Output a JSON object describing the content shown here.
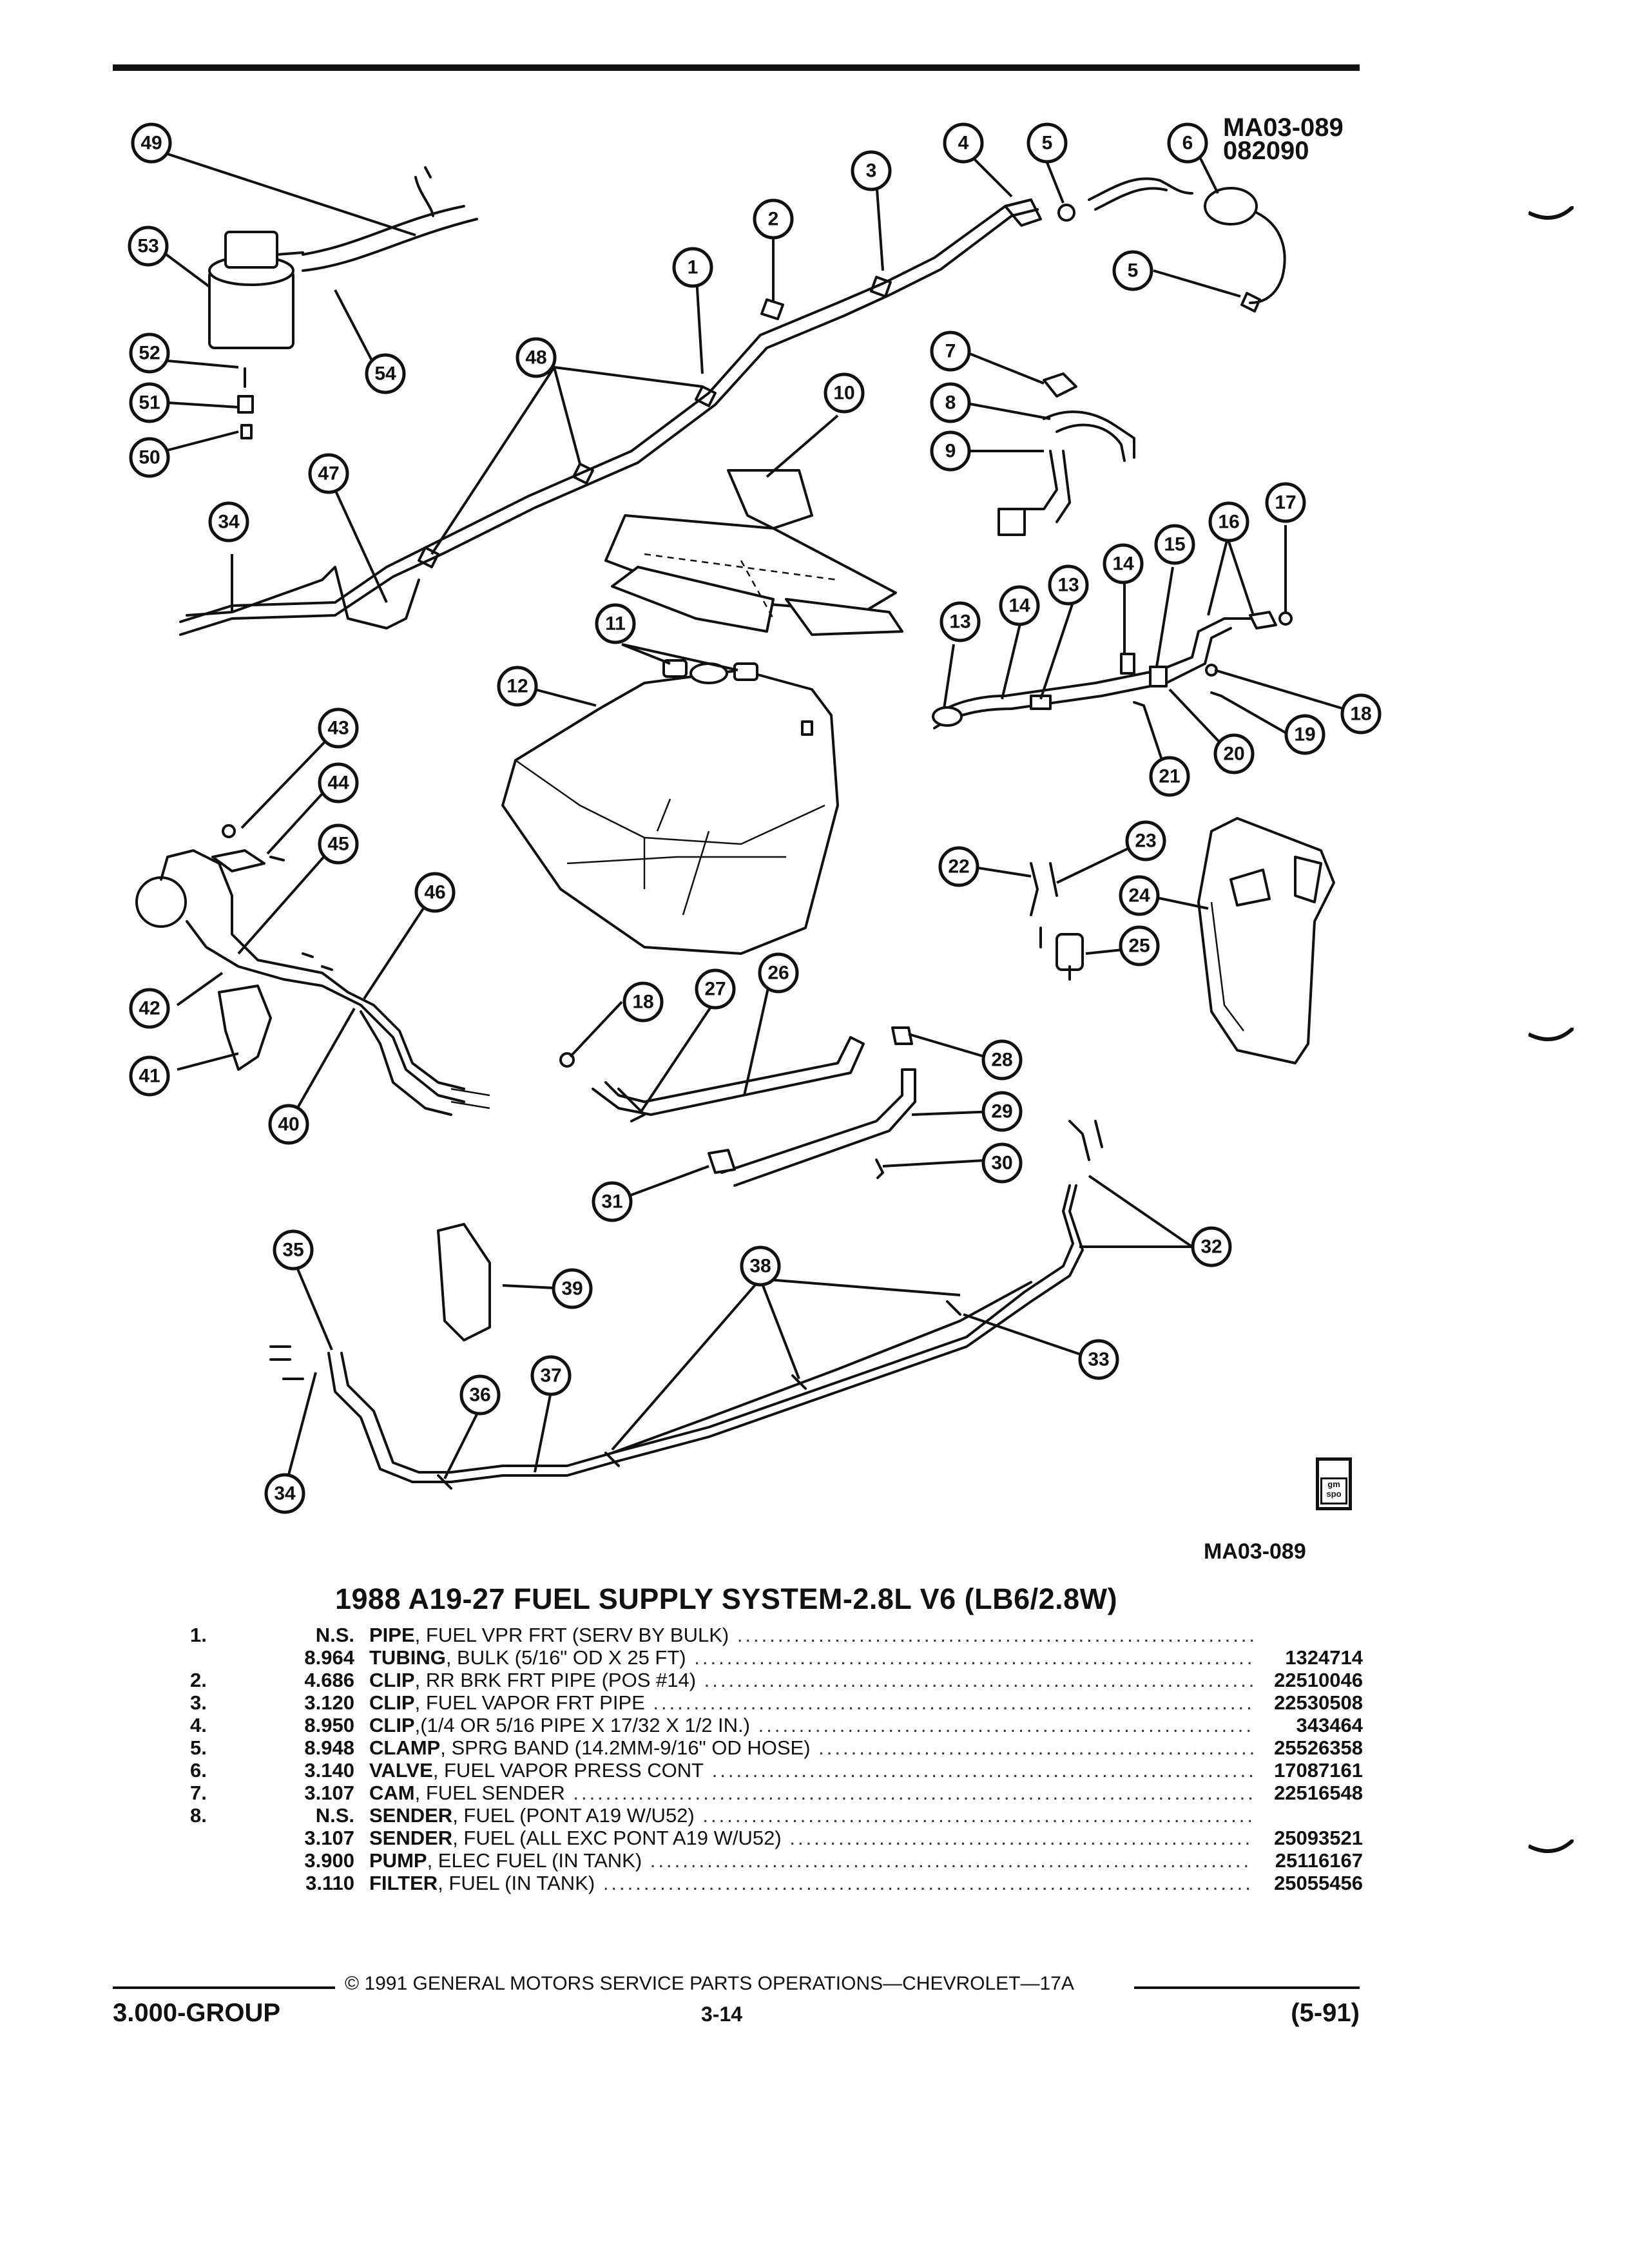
{
  "header": {
    "diagram_code_top": "MA03-089",
    "diagram_date": "082090",
    "diagram_code_bottom": "MA03-089",
    "gm_logo": "gm spo"
  },
  "title": "1988 A19-27 FUEL SUPPLY SYSTEM-2.8L V6 (LB6/2.8W)",
  "parts": [
    {
      "item": "1.",
      "ref": "N.S.",
      "name": "PIPE",
      "desc": ", FUEL VPR FRT (SERV BY BULK)",
      "pn": ""
    },
    {
      "item": "",
      "ref": "8.964",
      "name": "TUBING",
      "desc": ", BULK (5/16\" OD X 25 FT)",
      "pn": "1324714"
    },
    {
      "item": "2.",
      "ref": "4.686",
      "name": "CLIP",
      "desc": ", RR BRK FRT PIPE (POS #14)",
      "pn": "22510046"
    },
    {
      "item": "3.",
      "ref": "3.120",
      "name": "CLIP",
      "desc": ", FUEL VAPOR FRT PIPE",
      "pn": "22530508"
    },
    {
      "item": "4.",
      "ref": "8.950",
      "name": "CLIP",
      "desc": ",(1/4 OR 5/16 PIPE X 17/32 X 1/2 IN.)",
      "pn": "343464"
    },
    {
      "item": "5.",
      "ref": "8.948",
      "name": "CLAMP",
      "desc": ", SPRG BAND (14.2MM-9/16\" OD HOSE)",
      "pn": "25526358"
    },
    {
      "item": "6.",
      "ref": "3.140",
      "name": "VALVE",
      "desc": ", FUEL VAPOR PRESS CONT",
      "pn": "17087161"
    },
    {
      "item": "7.",
      "ref": "3.107",
      "name": "CAM",
      "desc": ", FUEL SENDER",
      "pn": "22516548"
    },
    {
      "item": "8.",
      "ref": "N.S.",
      "name": "SENDER",
      "desc": ", FUEL (PONT A19 W/U52)",
      "pn": ""
    },
    {
      "item": "",
      "ref": "3.107",
      "name": "SENDER",
      "desc": ", FUEL (ALL EXC PONT A19 W/U52)",
      "pn": "25093521"
    },
    {
      "item": "",
      "ref": "3.900",
      "name": "PUMP",
      "desc": ", ELEC FUEL (IN TANK)",
      "pn": "25116167"
    },
    {
      "item": "",
      "ref": "3.110",
      "name": "FILTER",
      "desc": ", FUEL (IN TANK)",
      "pn": "25055456"
    }
  ],
  "callouts": [
    "1",
    "2",
    "3",
    "4",
    "5",
    "5",
    "6",
    "7",
    "8",
    "9",
    "10",
    "11",
    "12",
    "13",
    "13",
    "14",
    "14",
    "15",
    "16",
    "17",
    "18",
    "18",
    "19",
    "20",
    "21",
    "22",
    "23",
    "24",
    "25",
    "26",
    "27",
    "28",
    "29",
    "30",
    "31",
    "32",
    "33",
    "34",
    "34",
    "35",
    "36",
    "37",
    "38",
    "39",
    "40",
    "41",
    "42",
    "43",
    "44",
    "45",
    "46",
    "47",
    "48",
    "49",
    "50",
    "51",
    "52",
    "53",
    "54"
  ],
  "footer": {
    "copyright": "© 1991 GENERAL MOTORS SERVICE PARTS OPERATIONS—CHEVROLET—17A",
    "group": "3.000-GROUP",
    "page": "3-14",
    "revision": "(5-91)"
  }
}
